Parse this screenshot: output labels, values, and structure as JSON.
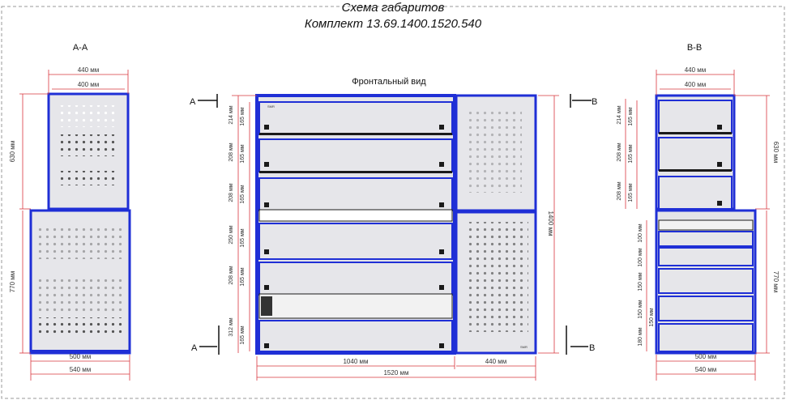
{
  "header": {
    "title": "Схема габаритов",
    "subtitle": "Комплект 13.69.1400.1520.540"
  },
  "front_view_label": "Фронтальный вид",
  "section_aa": {
    "label": "А-А",
    "dims": {
      "top_outer": "440 мм",
      "top_inner": "400 мм",
      "height_upper": "630 мм",
      "height_lower": "770 мм",
      "bottom_inner": "500 мм",
      "bottom_outer": "540 мм"
    }
  },
  "section_bb": {
    "label": "В-В",
    "dims": {
      "top_outer": "440 мм",
      "top_inner": "400 мм",
      "height_upper": "630 мм",
      "height_lower": "770 мм",
      "bottom_inner": "500 мм",
      "bottom_outer": "540 мм"
    },
    "left_dims": [
      "214 мм",
      "165 мм",
      "208 мм",
      "165 мм",
      "208 мм",
      "165 мм"
    ],
    "drawer_dims": [
      "100 мм",
      "100 мм",
      "150 мм",
      "150 мм",
      "150 мм",
      "180 мм"
    ]
  },
  "front": {
    "section_a": "А",
    "section_b": "В",
    "left_dims": [
      "214 мм",
      "165 мм",
      "208 мм",
      "165 мм",
      "208 мм",
      "165 мм",
      "250 мм",
      "165 мм",
      "208 мм",
      "165 мм",
      "312 мм",
      "165 мм"
    ],
    "height_total": "1400 мм",
    "bottom_bench": "1040 мм",
    "bottom_cab": "440 мм",
    "bottom_total": "1520 мм",
    "brand": "SMR"
  },
  "colors": {
    "frame": "#1f2fd6",
    "panel": "#e4e4e8",
    "dim": "#d9363e",
    "dark": "#1a1a1a"
  }
}
